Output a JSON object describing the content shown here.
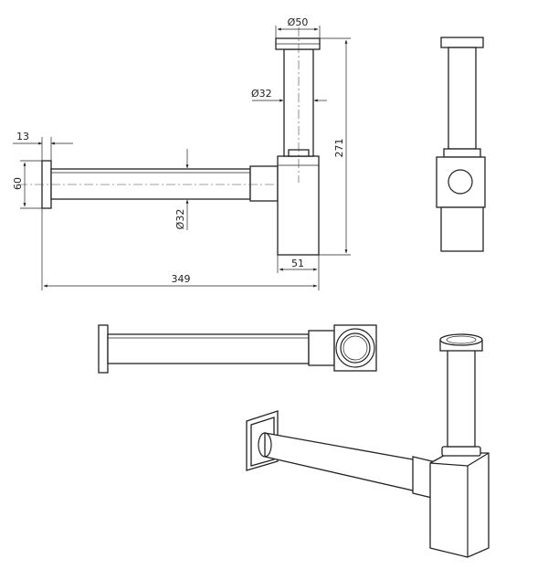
{
  "dimensions": {
    "d_top": "Ø50",
    "d_pipe_vertical": "Ø32",
    "height": "271",
    "wall_offset": "13",
    "flange_height": "60",
    "d_pipe_horizontal": "Ø32",
    "body_width": "51",
    "total_length": "349"
  }
}
